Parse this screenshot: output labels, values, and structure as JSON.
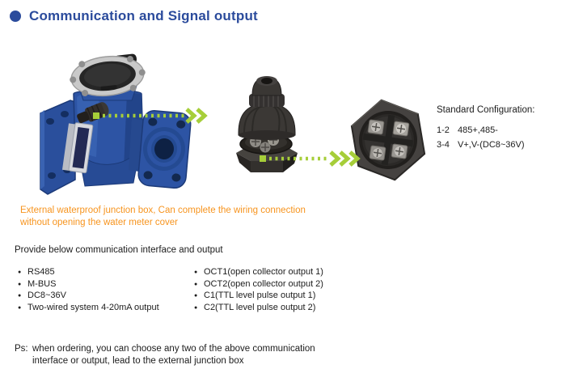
{
  "title": "Communication and Signal output",
  "images": {
    "water_meter": "blue flanged water meter with external cable gland",
    "cable_gland": "external waterproof junction box cable gland",
    "connector": "hexagonal 4-terminal connector, top view"
  },
  "standard_configuration": {
    "heading": "Standard Configuration:",
    "lines": [
      {
        "pins": "1-2",
        "desc": "485+,485-"
      },
      {
        "pins": "3-4",
        "desc": "V+,V-(DC8~36V)"
      }
    ]
  },
  "highlight_note": "External waterproof junction box, Can complete the wiring connection without opening the water meter cover",
  "interface_section": {
    "heading": "Provide below communication interface and output",
    "left_items": [
      "RS485",
      "M-BUS",
      "DC8~36V",
      "Two-wired system 4-20mA output"
    ],
    "right_items": [
      "OCT1(open collector output 1)",
      "OCT2(open collector output 2)",
      "C1(TTL level pulse output 1)",
      "C2(TTL level pulse output 2)"
    ]
  },
  "ps_note": {
    "label": "Ps:",
    "text": "when ordering, you can choose any two of the above communication interface or output, lead to the external junction box"
  },
  "colors": {
    "title_blue": "#2b4b9c",
    "orange": "#f7941e",
    "arrow_green": "#a6ce39",
    "meter_blue": "#2d54a4"
  }
}
